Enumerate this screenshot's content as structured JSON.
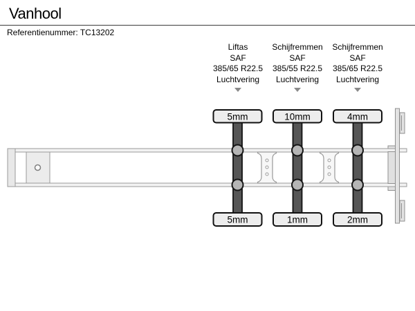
{
  "header": {
    "title": "Vanhool",
    "reference_label": "Referentienummer: TC13202"
  },
  "axles": [
    {
      "type": "Liftas",
      "brand": "SAF",
      "tire_size": "385/65 R22.5",
      "suspension": "Luchtvering",
      "tread_top": "5mm",
      "tread_bottom": "5mm"
    },
    {
      "type": "Schijfremmen",
      "brand": "SAF",
      "tire_size": "385/55 R22.5",
      "suspension": "Luchtvering",
      "tread_top": "10mm",
      "tread_bottom": "1mm"
    },
    {
      "type": "Schijfremmen",
      "brand": "SAF",
      "tire_size": "385/65 R22.5",
      "suspension": "Luchtvering",
      "tread_top": "4mm",
      "tread_bottom": "2mm"
    }
  ],
  "diagram": {
    "colors": {
      "axle_bar": "#565656",
      "tread_label_fill": "#ededed",
      "hub_fill": "#b5b5b5",
      "chassis_line": "#9a9a9a",
      "arrow": "#8a8a8a",
      "outline": "#111111"
    }
  }
}
